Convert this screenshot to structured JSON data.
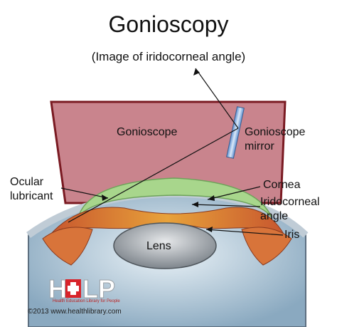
{
  "title": "Gonioscopy",
  "subtitle": "(Image of iridocorneal angle)",
  "labels": {
    "gonioscope": "Gonioscope",
    "gonioscope_mirror_line1": "Gonioscope",
    "gonioscope_mirror_line2": "mirror",
    "ocular_lubricant_line1": "Ocular",
    "ocular_lubricant_line2": "lubricant",
    "cornea": "Cornea",
    "iridocorneal_angle_line1": "Iridocorneal",
    "iridocorneal_angle_line2": "angle",
    "iris": "Iris",
    "lens": "Lens"
  },
  "footer": {
    "logo_text": "HELP",
    "tagline": "Health Education Library for People",
    "copyright": "©2013 www.healthlibrary.com"
  },
  "colors": {
    "gonioscope_fill": "#c9848d",
    "gonioscope_border": "#7a1a22",
    "cornea_green": "#a8d68c",
    "mirror_blue": "#8fb4e0",
    "lens_gray": "#9aa0a6",
    "logo_red": "#d8232a"
  }
}
